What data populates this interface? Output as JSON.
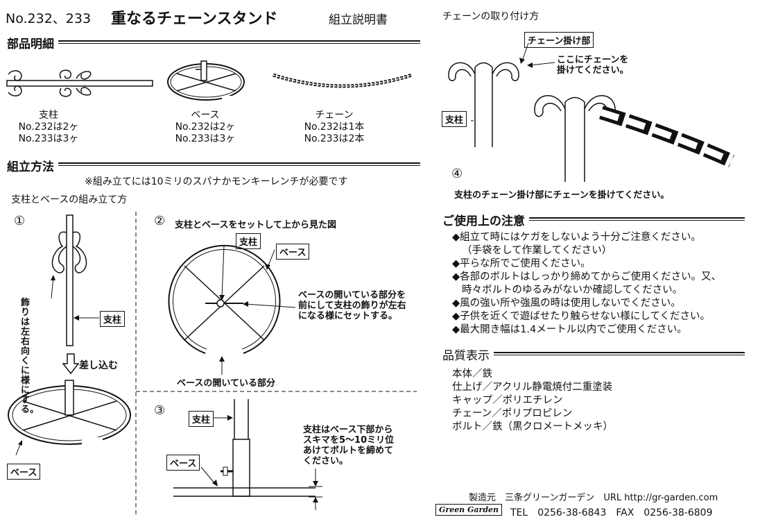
{
  "header": {
    "model_no": "No.232、233",
    "title": "重なるチェーンスタンド",
    "subtitle": "組立説明書"
  },
  "parts": {
    "heading": "部品明細",
    "items": [
      {
        "name": "支柱",
        "line1": "No.232は2ヶ",
        "line2": "No.233は3ヶ"
      },
      {
        "name": "ベース",
        "line1": "No.232は2ヶ",
        "line2": "No.233は3ヶ"
      },
      {
        "name": "チェーン",
        "line1": "No.232は1本",
        "line2": "No.233は2本"
      }
    ]
  },
  "assembly": {
    "heading": "組立方法",
    "tool_note": "※組み立てには10ミリのスパナかモンキーレンチが必要です",
    "sub_heading": "支柱とベースの組み立て方",
    "step1": {
      "num": "①",
      "pillar_label": "支柱",
      "decoration_note": "飾りは左右向くに様にする。",
      "insert_label": "差し込む",
      "base_label": "ベース"
    },
    "step2": {
      "num": "②",
      "caption": "支柱とベースをセットして上から見た図",
      "pillar_label": "支柱",
      "base_label": "ベース",
      "note_line1": "ベースの開いている部分を",
      "note_line2": "前にして支柱の飾りが左右",
      "note_line3": "になる様にセットする。",
      "opening_label": "ベースの開いている部分"
    },
    "step3": {
      "num": "③",
      "pillar_label": "支柱",
      "base_label": "ベース",
      "note_line1": "支柱はベース下部から",
      "note_line2": "スキマを5～10ミリ位",
      "note_line3": "あけてボルトを締めて",
      "note_line4": "ください。"
    }
  },
  "chain_attach": {
    "heading": "チェーンの取り付け方",
    "hook_label": "チェーン掛け部",
    "hook_note_line1": "ここにチェーンを",
    "hook_note_line2": "掛けてください。",
    "pillar_label": "支柱",
    "num": "④",
    "step4_text": "支柱のチェーン掛け部にチェーンを掛けてください。"
  },
  "cautions": {
    "heading": "ご使用上の注意",
    "items": [
      "◆組立て時にはケガをしないよう十分ご注意ください。",
      "（手袋をして作業してください）",
      "◆平らな所でご使用ください。",
      "◆各部のボルトはしっかり締めてからご使用ください。又、",
      "時々ボルトのゆるみがないか確認してください。",
      "◆風の強い所や強風の時は使用しないでください。",
      "◆子供を近くで遊ばせたり触らせない様にしてください。",
      "◆最大開き幅は1.4メートル以内でご使用ください。"
    ]
  },
  "quality": {
    "heading": "品質表示",
    "items": [
      "本体／鉄",
      "仕上げ／アクリル静電焼付二重塗装",
      "キャップ／ポリエチレン",
      "チェーン／ポリプロピレン",
      "ボルト／鉄（黒クロメートメッキ）"
    ]
  },
  "footer": {
    "maker": "製造元　三条グリーンガーデン　URL http://gr-garden.com",
    "logo": "Green Garden",
    "contact": "TEL　0256-38-6843　FAX　0256-38-6809"
  }
}
